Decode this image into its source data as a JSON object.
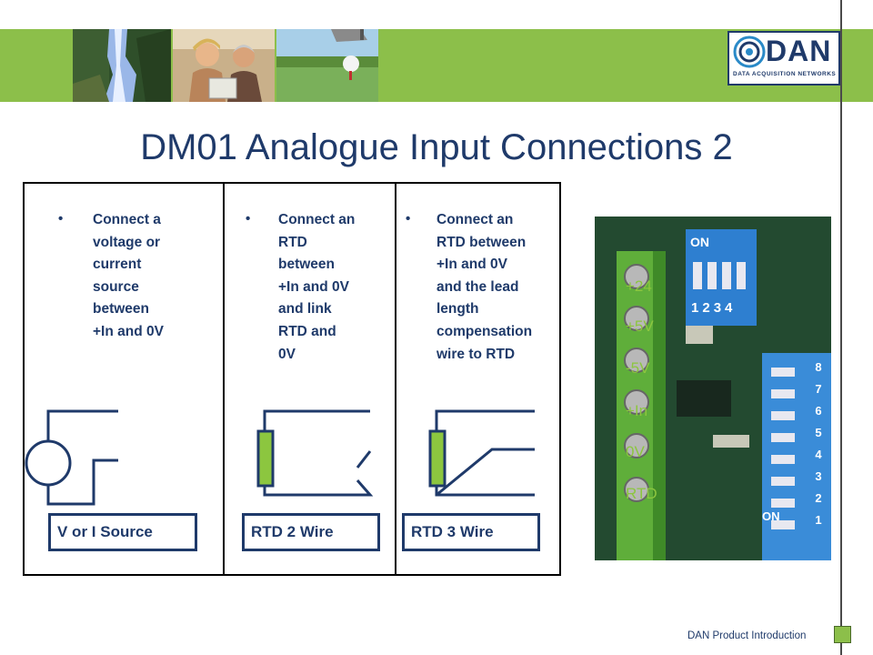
{
  "header": {
    "logo": {
      "name": "DAN",
      "tagline": "DATA ACQUISITION NETWORKS"
    },
    "photos": [
      "waterfall-photo",
      "people-at-computer-photo",
      "golf-ball-photo"
    ]
  },
  "title": "DM01 Analogue Input Connections 2",
  "columns": [
    {
      "bullet": "•",
      "lines": [
        "Connect a",
        "voltage or",
        "current",
        "source",
        "between",
        "+In and 0V"
      ],
      "label": "V or I Source"
    },
    {
      "bullet": "•",
      "lines": [
        "Connect an",
        "RTD",
        "between",
        "+In and 0V",
        "and link",
        "RTD and",
        "0V"
      ],
      "label": "RTD 2 Wire"
    },
    {
      "bullet": "•",
      "lines": [
        "Connect an",
        "RTD between",
        "+In and 0V",
        "and the lead",
        "length",
        "compensation",
        "wire to RTD"
      ],
      "label": "RTD 3 Wire"
    }
  ],
  "terminals": [
    "+24",
    "+5V",
    "-5V",
    "+In",
    "0V",
    "RTD"
  ],
  "board": {
    "switch1_label": "ON",
    "switch1_numbers": [
      "1",
      "2",
      "3",
      "4"
    ],
    "switch2_label": "ON",
    "switch2_numbers": [
      "1",
      "2",
      "3",
      "4",
      "5",
      "6",
      "7",
      "8"
    ]
  },
  "footer": {
    "text": "DAN Product Introduction"
  },
  "colors": {
    "navy": "#1f3a6a",
    "green": "#8cbf4a",
    "rtd_green": "#8cc63f"
  }
}
